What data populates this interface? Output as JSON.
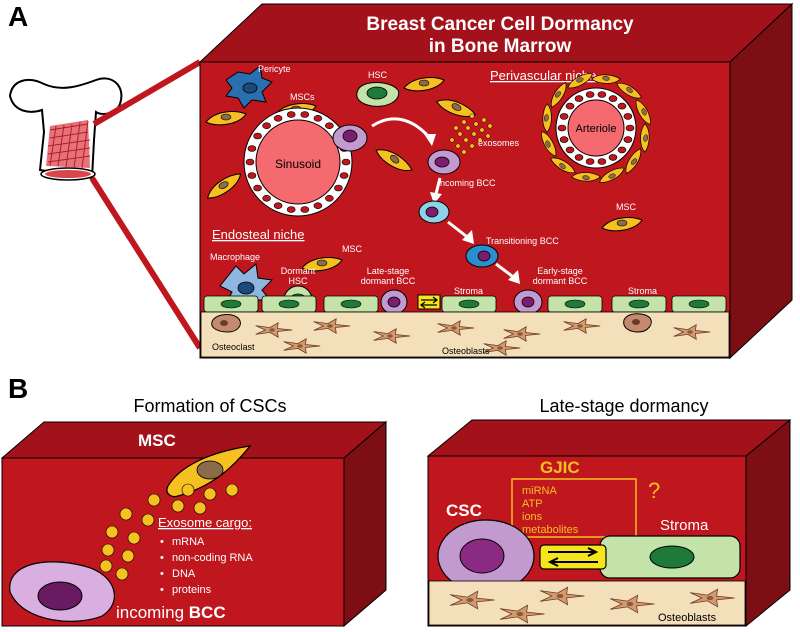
{
  "panel_a": {
    "label": "A",
    "title_line1": "Breast Cancer Cell Dormancy",
    "title_line2": "in Bone Marrow",
    "labels": {
      "pericyte": "Pericyte",
      "hsc_top": "HSC",
      "perivascular_niche": "Perivascular niche",
      "mscs": "MSCs",
      "arteriole": "Arteriole",
      "sinusoid": "Sinusoid",
      "exosomes": "exosomes",
      "incoming_bcc": "incoming BCC",
      "msc_right": "MSC",
      "endosteal_niche": "Endosteal niche",
      "msc_left": "MSC",
      "transitioning_bcc": "Transitioning BCC",
      "macrophage": "Macrophage",
      "dormant_hsc_l1": "Dormant",
      "dormant_hsc_l2": "HSC",
      "late_stage_l1": "Late-stage",
      "late_stage_l2": "dormant BCC",
      "early_stage_l1": "Early-stage",
      "early_stage_l2": "dormant BCC",
      "stroma_mid": "Stroma",
      "stroma_right": "Stroma",
      "osteoclast": "Osteoclast",
      "osteoblasts": "Osteoblasts"
    }
  },
  "panel_b": {
    "label": "B",
    "left_title": "Formation of CSCs",
    "right_title": "Late-stage dormancy",
    "left": {
      "msc": "MSC",
      "cargo_title": "Exosome cargo:",
      "cargo_items": [
        "mRNA",
        "non-coding RNA",
        "DNA",
        "proteins"
      ],
      "bcc_prefix": "incoming ",
      "bcc_bold": "BCC"
    },
    "right": {
      "gjic": "GJIC",
      "question": "?",
      "gjic_items": [
        "miRNA",
        "ATP",
        "ions",
        "metabolites"
      ],
      "csc": "CSC",
      "stroma": "Stroma",
      "osteoblasts": "Osteoblasts"
    }
  },
  "colors": {
    "box_front": "#c0161e",
    "box_side": "#7d0f14",
    "box_top": "#a3121a",
    "bone": "#f3dfba",
    "msc_yellow": "#f6c021",
    "bcc_purple": "#c39ad0",
    "stroma_green": "#c4e3a8",
    "text_yellow": "#f6c021"
  }
}
